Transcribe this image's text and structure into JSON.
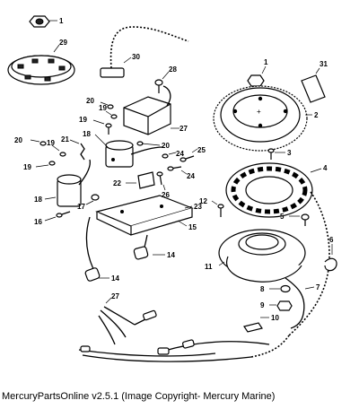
{
  "callouts": {
    "c1": "1",
    "c1b": "1",
    "c2": "2",
    "c3": "3",
    "c4": "4",
    "c5": "5",
    "c6": "6",
    "c7": "7",
    "c8": "8",
    "c9": "9",
    "c10": "10",
    "c11": "11",
    "c12": "12",
    "c14a": "14",
    "c14b": "14",
    "c15": "15",
    "c16": "16",
    "c17": "17",
    "c18a": "18",
    "c18b": "18",
    "c19a": "19",
    "c19b": "19",
    "c19c": "19",
    "c19d": "19",
    "c20a": "20",
    "c20b": "20",
    "c20c": "20",
    "c21": "21",
    "c22": "22",
    "c23": "23",
    "c24a": "24",
    "c24b": "24",
    "c25": "25",
    "c26": "26",
    "c27a": "27",
    "c27b": "27",
    "c28": "28",
    "c29": "29",
    "c30": "30",
    "c31": "31"
  },
  "footer": {
    "caption": "MercuryPartsOnline v2.5.1 (Image Copyright- Mercury Marine)"
  }
}
